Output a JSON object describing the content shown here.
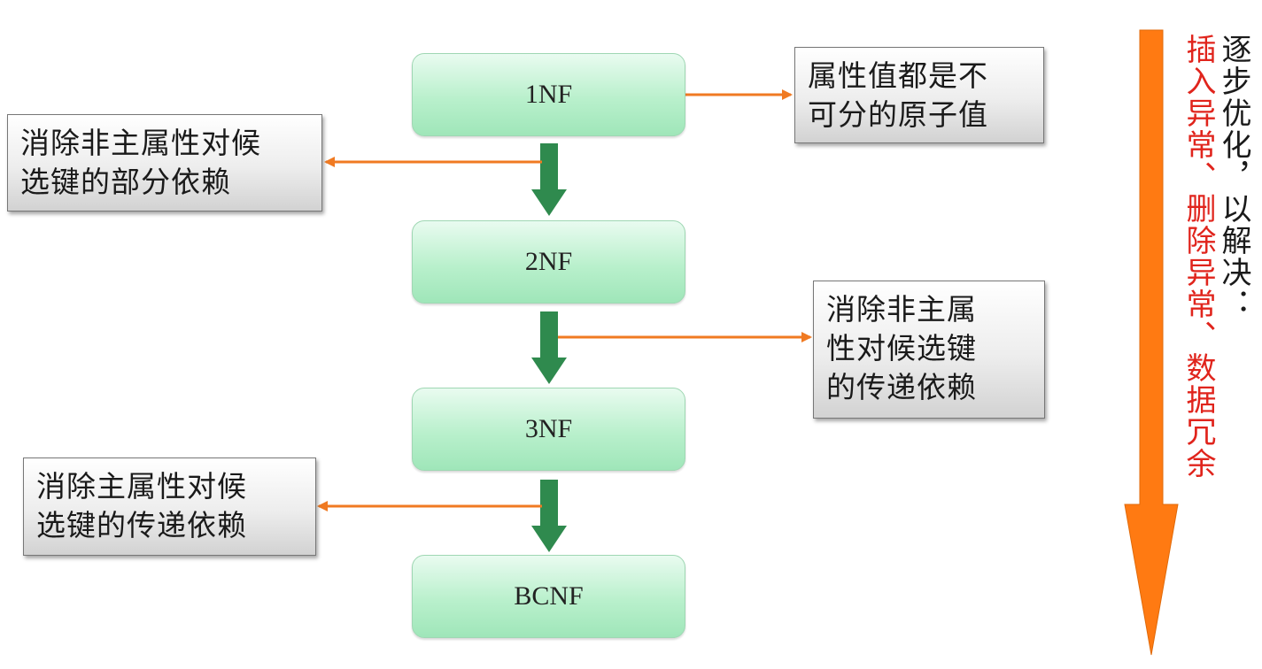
{
  "stages": [
    "1NF",
    "2NF",
    "3NF",
    "BCNF"
  ],
  "notes": {
    "nf1": [
      "属性值都是不",
      "可分的原子值"
    ],
    "nf2": [
      "消除非主属性对候",
      "选键的部分依赖"
    ],
    "nf3": [
      "消除非主属",
      "性对候选键",
      "的传递依赖"
    ],
    "bcnf": [
      "消除主属性对候",
      "选键的传递依赖"
    ]
  },
  "side": {
    "line1": "逐步优化，以解决：",
    "line2": "插入异常、删除异常、数据冗余"
  },
  "colors": {
    "green_arrow": "#2f8a4e",
    "orange": "#f07a22",
    "red_text": "#e0241c"
  }
}
